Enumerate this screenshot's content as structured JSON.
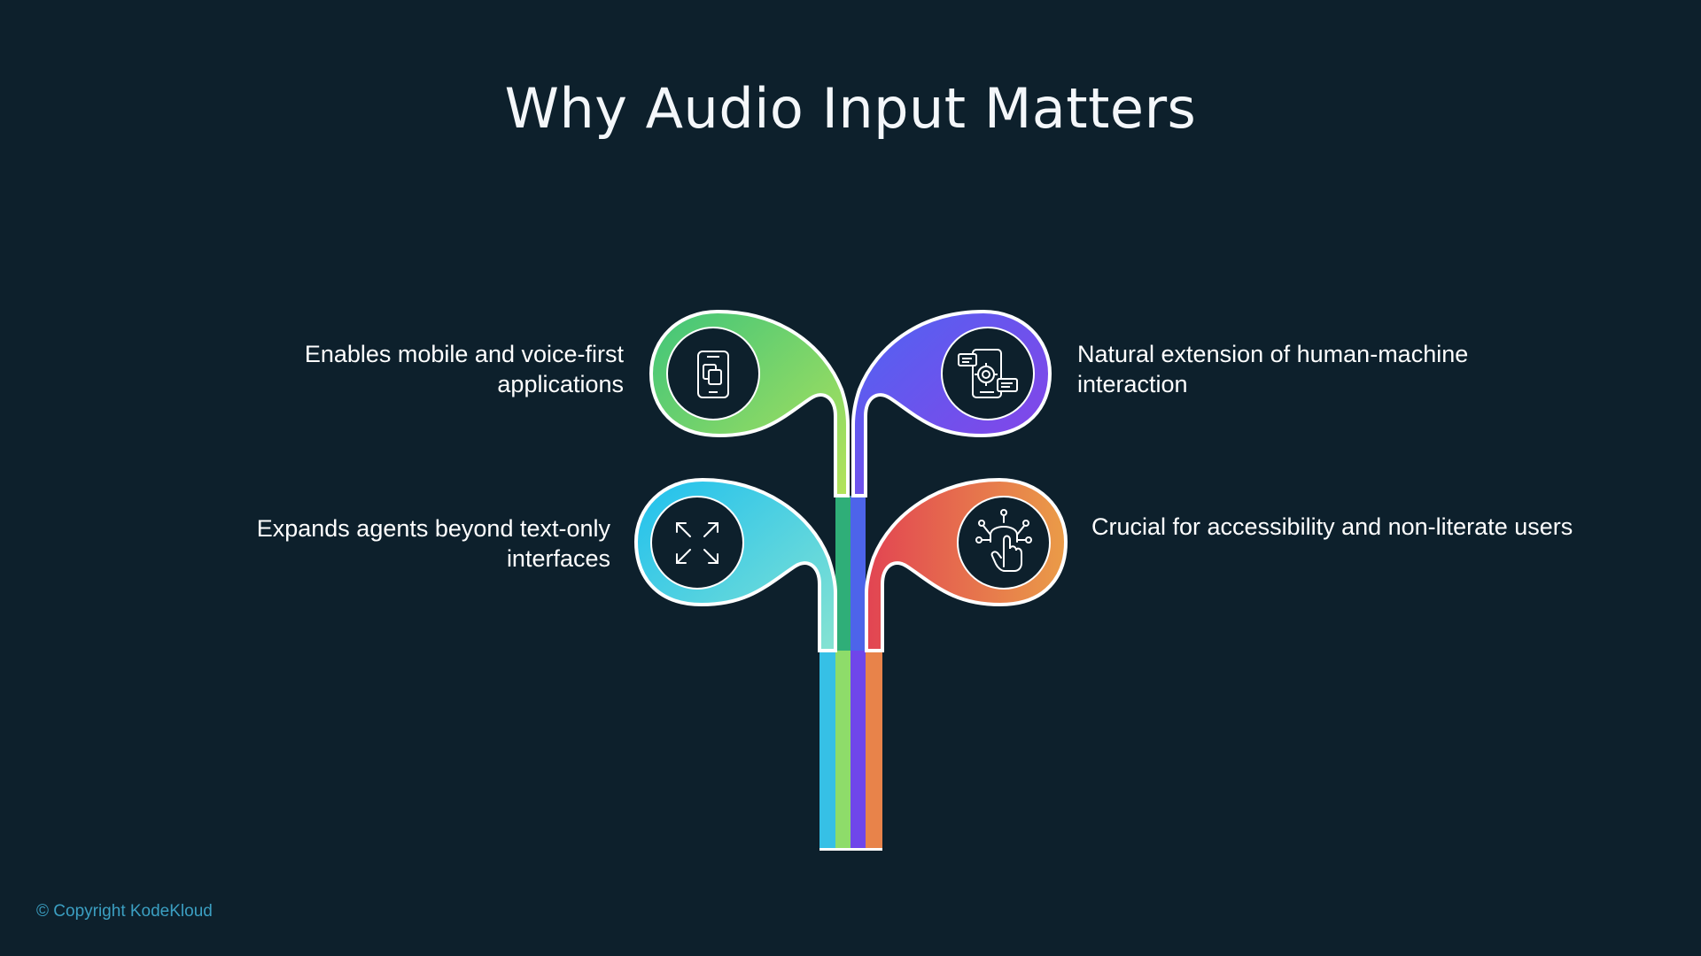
{
  "title": "Why Audio Input Matters",
  "items": [
    {
      "text": "Enables mobile and voice-first applications",
      "icon": "smartphone-copy-icon",
      "color_start": "#3fc57a",
      "color_end": "#a8e05a"
    },
    {
      "text": "Natural extension of human-machine interaction",
      "icon": "phone-ai-chat-icon",
      "color_start": "#5a57f0",
      "color_end": "#8a3fe8"
    },
    {
      "text": "Expands agents beyond text-only interfaces",
      "icon": "expand-arrows-icon",
      "color_start": "#25c4ea",
      "color_end": "#7ee0d6"
    },
    {
      "text": "Crucial for accessibility and non-literate users",
      "icon": "accessibility-touch-icon",
      "color_start": "#e64a4a",
      "color_end": "#e8a14a"
    }
  ],
  "copyright": "© Copyright KodeKloud"
}
